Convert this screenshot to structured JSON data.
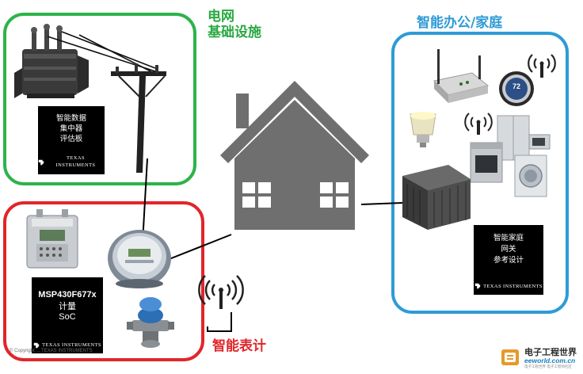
{
  "zones": {
    "grid": {
      "title_line1": "电网",
      "title_line2": "基础设施",
      "color": "#2db34a"
    },
    "home": {
      "title": "智能办公/家庭",
      "color": "#2e9bd6"
    },
    "meter": {
      "title": "智能表计",
      "color": "#e0262b"
    }
  },
  "boards": {
    "grid_board": {
      "lines": [
        "智能数据",
        "集中器",
        "评估板"
      ],
      "brand": "TEXAS INSTRUMENTS"
    },
    "meter_board": {
      "lines": [
        "MSP430F677x",
        "计量",
        "SoC"
      ],
      "brand": "TEXAS INSTRUMENTS"
    },
    "home_board": {
      "lines": [
        "智能家庭",
        "网关",
        "参考设计"
      ],
      "brand": "TEXAS INSTRUMENTS"
    }
  },
  "devices": {
    "thermostat_display": "72"
  },
  "copyright": "© Copyright ... TEXAS INSTRUMENTS",
  "watermark": {
    "name": "电子工程世界",
    "url": "eeworld.com.cn",
    "tagline": "电子工程世界 电子工程师社区"
  },
  "colors": {
    "house": "#6f6f6f",
    "wifi": "#222222",
    "link": "#000000",
    "brand_blue": "#1a7fc0"
  }
}
